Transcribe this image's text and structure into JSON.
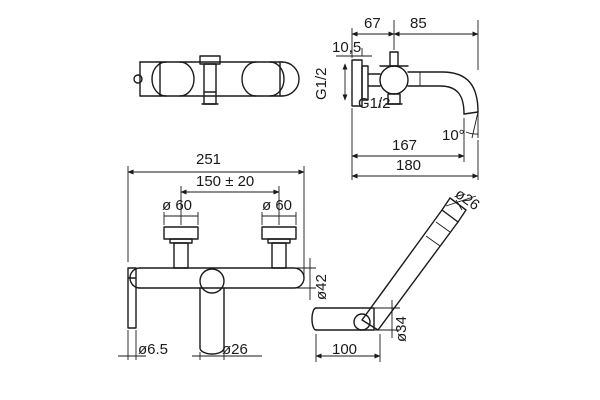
{
  "colors": {
    "line": "#1a1a1a",
    "background": "#ffffff"
  },
  "dimensions": {
    "side_view": {
      "d67": "67",
      "d85": "85",
      "d10_5": "10,5",
      "thread_g12_left": "G1/2",
      "thread_g12_bottom": "G1/2",
      "angle_10": "10°",
      "d167": "167",
      "d180": "180"
    },
    "front_view": {
      "d251": "251",
      "d150": "150 ± 20",
      "d60_left": "ø 60",
      "d60_right": "ø 60",
      "d42": "ø42",
      "d6_5": "ø6.5",
      "d26": "ø26"
    },
    "shower_view": {
      "d26_head": "ø26",
      "d34": "ø34",
      "d100": "100"
    }
  }
}
